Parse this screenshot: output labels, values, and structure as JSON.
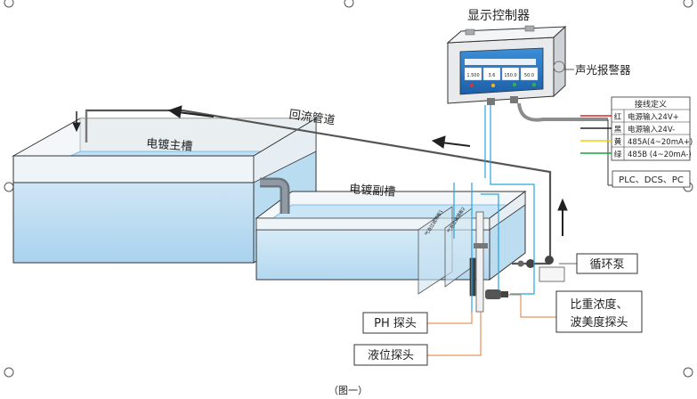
{
  "diagram": {
    "controller_label": "显示控制器",
    "alarm_label": "声光报警器",
    "return_pipe_label": "回流管道",
    "main_tank_label": "电镀主槽",
    "sub_tank_label": "电镀副槽",
    "pump_label": "循环泵",
    "ph_probe_label": "PH 探头",
    "level_probe_label": "液位探头",
    "density_probe_label_line1": "比重浓度、",
    "density_probe_label_line2": "波美度探头",
    "filter_text_1": "气泡过滤隔板1",
    "filter_text_2": "气泡过滤隔板2",
    "caption": "（图一）",
    "screen": {
      "values": [
        "1.500",
        "3.6",
        "150.0",
        "50.0"
      ]
    },
    "wiring": {
      "title": "接线定义",
      "rows": [
        {
          "color_name": "红",
          "desc": "电源输入24V+",
          "color": "#e02020"
        },
        {
          "color_name": "黑",
          "desc": "电源输入24V-",
          "color": "#222222"
        },
        {
          "color_name": "黄",
          "desc": "485A(4~20mA+)",
          "color": "#f0d000"
        },
        {
          "color_name": "绿",
          "desc": "485B (4~20mA-)",
          "color": "#1aa040"
        }
      ],
      "output": "PLC、DCS、PC"
    }
  }
}
